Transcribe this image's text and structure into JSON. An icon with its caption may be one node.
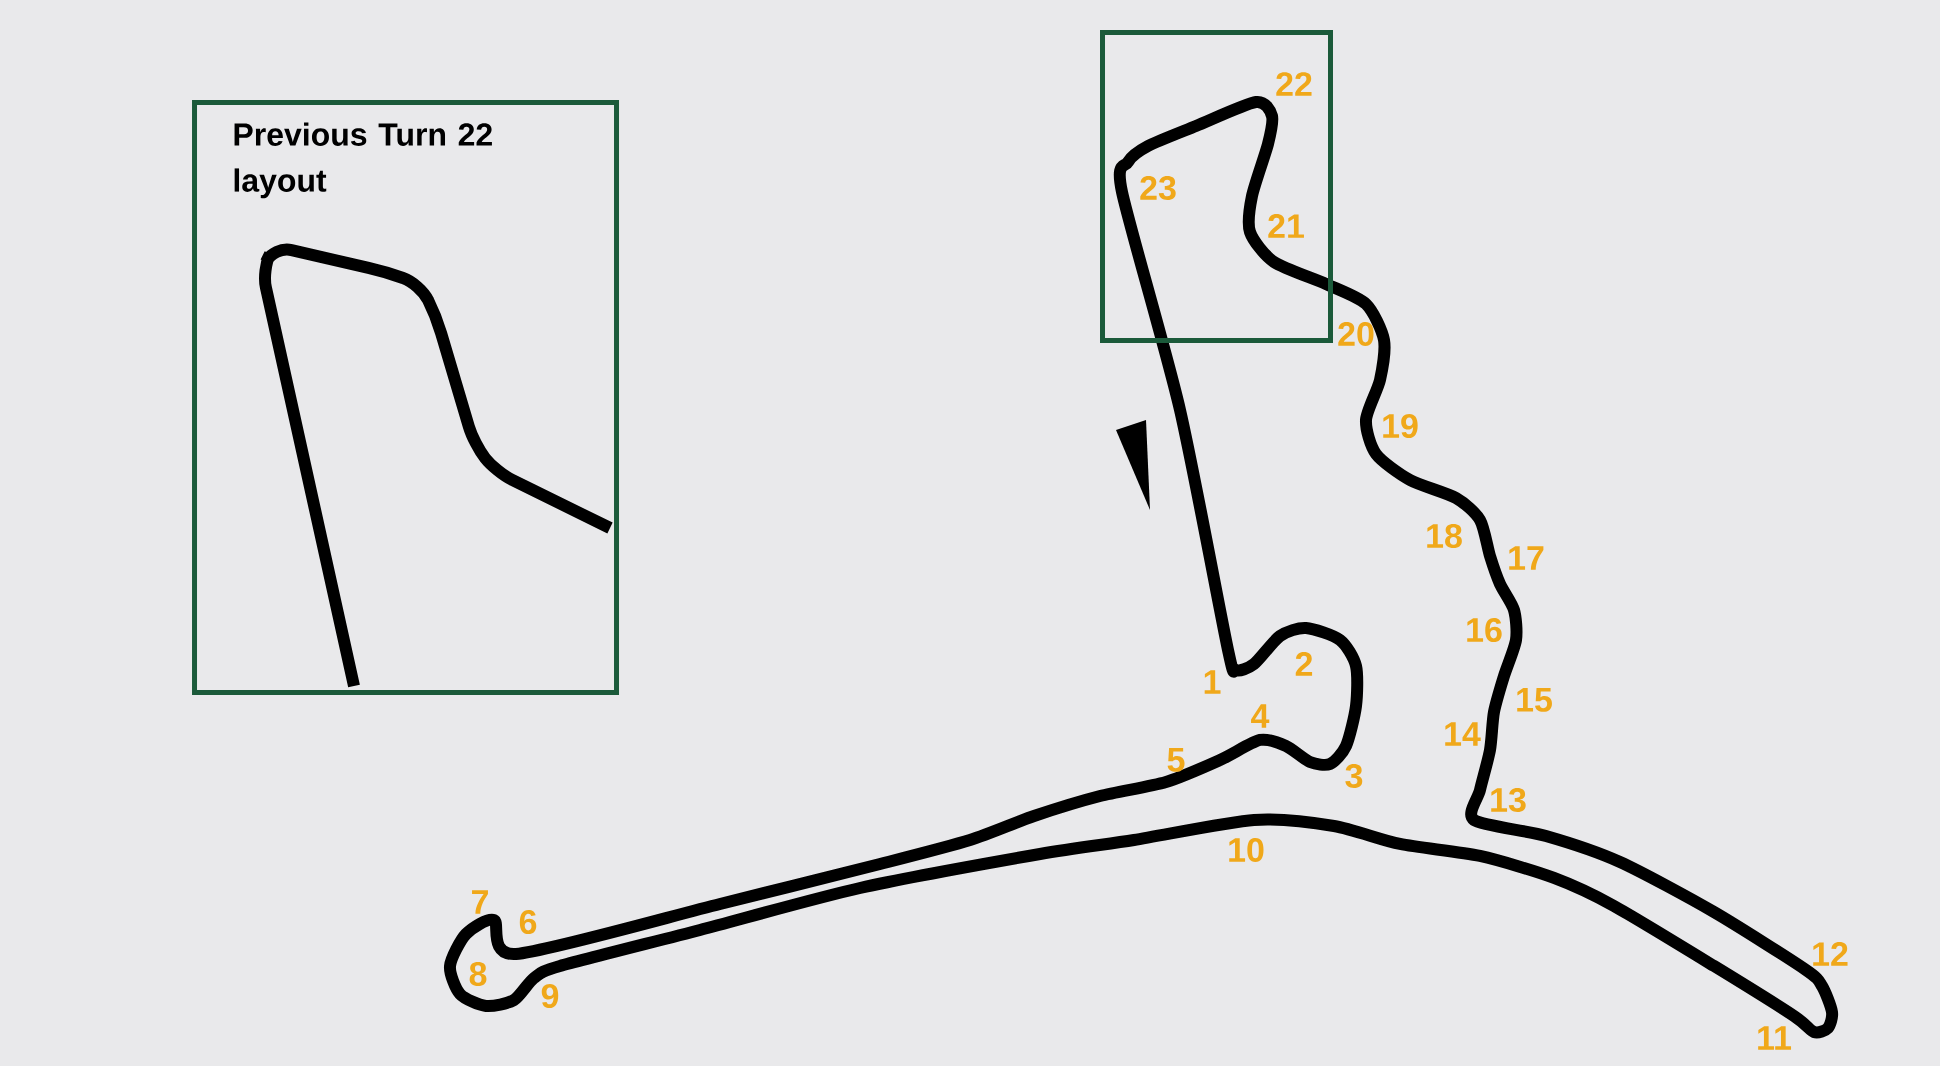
{
  "diagram": {
    "nodes": [
      {
        "text": [
          "Previous Turn 22 layout"
        ]
      },
      {
        "text": [],
        "shape": "box"
      }
    ],
    "labels": [
      "22",
      "23",
      "21",
      "20",
      "19",
      "18",
      "17",
      "16",
      "2",
      "1",
      "15",
      "4",
      "14",
      "5",
      "3",
      "13",
      "10",
      "7",
      "6",
      "12",
      "8",
      "9",
      "11"
    ]
  }
}
